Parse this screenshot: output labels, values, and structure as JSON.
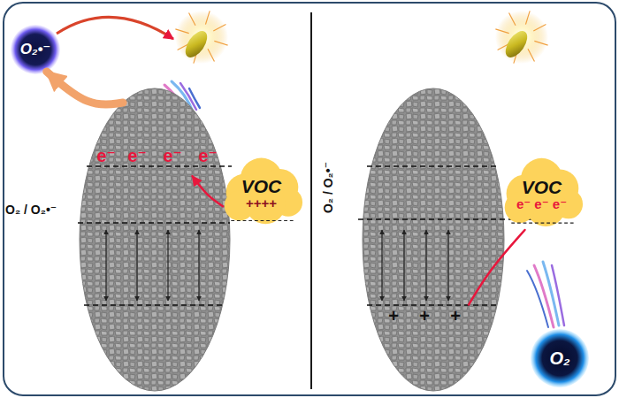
{
  "diagram": {
    "nodes": [
      {
        "text": [
          "O₂•⁻"
        ]
      },
      {
        "text": [
          "e⁻",
          "e⁻",
          "e⁻",
          "e⁻"
        ]
      },
      {
        "text": [
          "VOC",
          "++++"
        ]
      },
      {
        "text": [
          "+",
          "+",
          "+"
        ]
      },
      {
        "text": [
          "VOC",
          "e⁻ e⁻ e⁻"
        ]
      },
      {
        "text": [
          "O₂"
        ]
      }
    ],
    "edges": [
      {
        "from": 2,
        "to": 1,
        "arrow": "to"
      },
      {
        "from": 1,
        "to": 0,
        "arrow": "to"
      },
      {
        "from": 3,
        "to": 4,
        "arrow": "none"
      }
    ],
    "labels": [
      "O₂ / O₂•⁻",
      "O₂ / O₂•⁻"
    ]
  }
}
